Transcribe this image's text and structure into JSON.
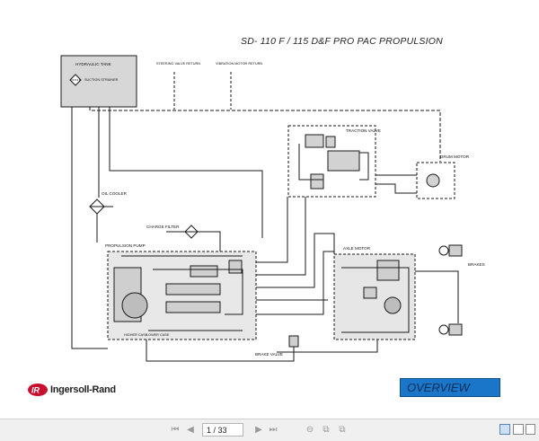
{
  "diagram": {
    "title": "SD- 110 F / 115 D&F PRO PAC PROPULSION",
    "labels": {
      "hydraulic_tank": "HYDRAULIC TANK",
      "suction_strainer": "SUCTION STRAINER",
      "steering_valve_return": "STEERING VALVE RETURN",
      "vibration_motor_return": "VIBRATION MOTOR RETURN",
      "traction_valve": "TRACTION VALVE",
      "drum_motor": "DRUM MOTOR",
      "oil_cooler": "OIL COOLER",
      "charge_filter": "CHARGE FILTER",
      "propulsion_pump": "PROPULSION PUMP",
      "axle_motor": "AXLE MOTOR",
      "brakes": "BRAKES",
      "brake_valve": "BRAKE VALVE",
      "higher_case": "HIGHER CASE",
      "lower_case": "LOWER CASE"
    },
    "overview_button": "OVERVIEW",
    "logo_text": "Ingersoll-Rand",
    "logo_mark": "IR"
  },
  "toolbar": {
    "page_value": "1 / 33"
  },
  "colors": {
    "overview_bg": "#1976c9",
    "logo_red": "#c8102e",
    "line": "#1a1a1a",
    "component_fill": "#d9d9d9"
  }
}
